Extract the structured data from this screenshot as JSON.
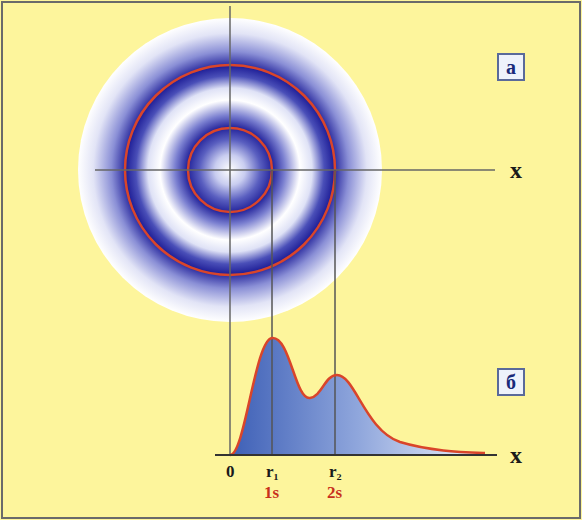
{
  "diagram": {
    "nodes": [
      {
        "text": [
          "а"
        ]
      },
      {
        "text": [
          "б"
        ]
      }
    ],
    "labels": [
      "x",
      "0",
      "r₁",
      "r₂",
      "x",
      "1s",
      "2s"
    ]
  }
}
